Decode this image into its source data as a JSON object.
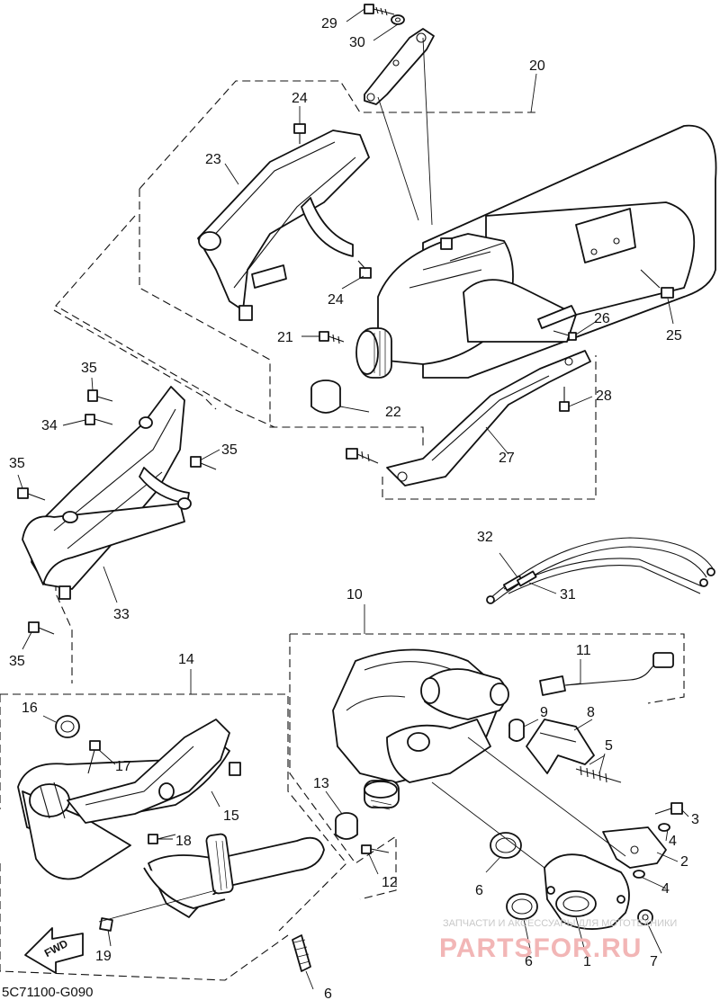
{
  "diagram_code": "5C71100-G090",
  "watermark": {
    "line1": "ЗАПЧАСТИ И АКСЕССУАРЫ ДЛЯ МОТОТЕХНИКИ",
    "line2": "PARTSFOR.RU"
  },
  "fwd_label": "FWD",
  "callouts": {
    "n1": "1",
    "n2": "2",
    "n3": "3",
    "n4a": "4",
    "n4b": "4",
    "n5": "5",
    "n6a": "6",
    "n6b": "6",
    "n6c": "6",
    "n7": "7",
    "n8": "8",
    "n9": "9",
    "n10": "10",
    "n11": "11",
    "n12": "12",
    "n13": "13",
    "n14": "14",
    "n15": "15",
    "n16": "16",
    "n17": "17",
    "n18": "18",
    "n19": "19",
    "n20": "20",
    "n21": "21",
    "n22": "22",
    "n23": "23",
    "n24a": "24",
    "n24b": "24",
    "n25": "25",
    "n26": "26",
    "n27": "27",
    "n28": "28",
    "n29": "29",
    "n30": "30",
    "n31": "31",
    "n32": "32",
    "n33": "33",
    "n34": "34",
    "n35a": "35",
    "n35b": "35",
    "n35c": "35",
    "n35d": "35"
  }
}
